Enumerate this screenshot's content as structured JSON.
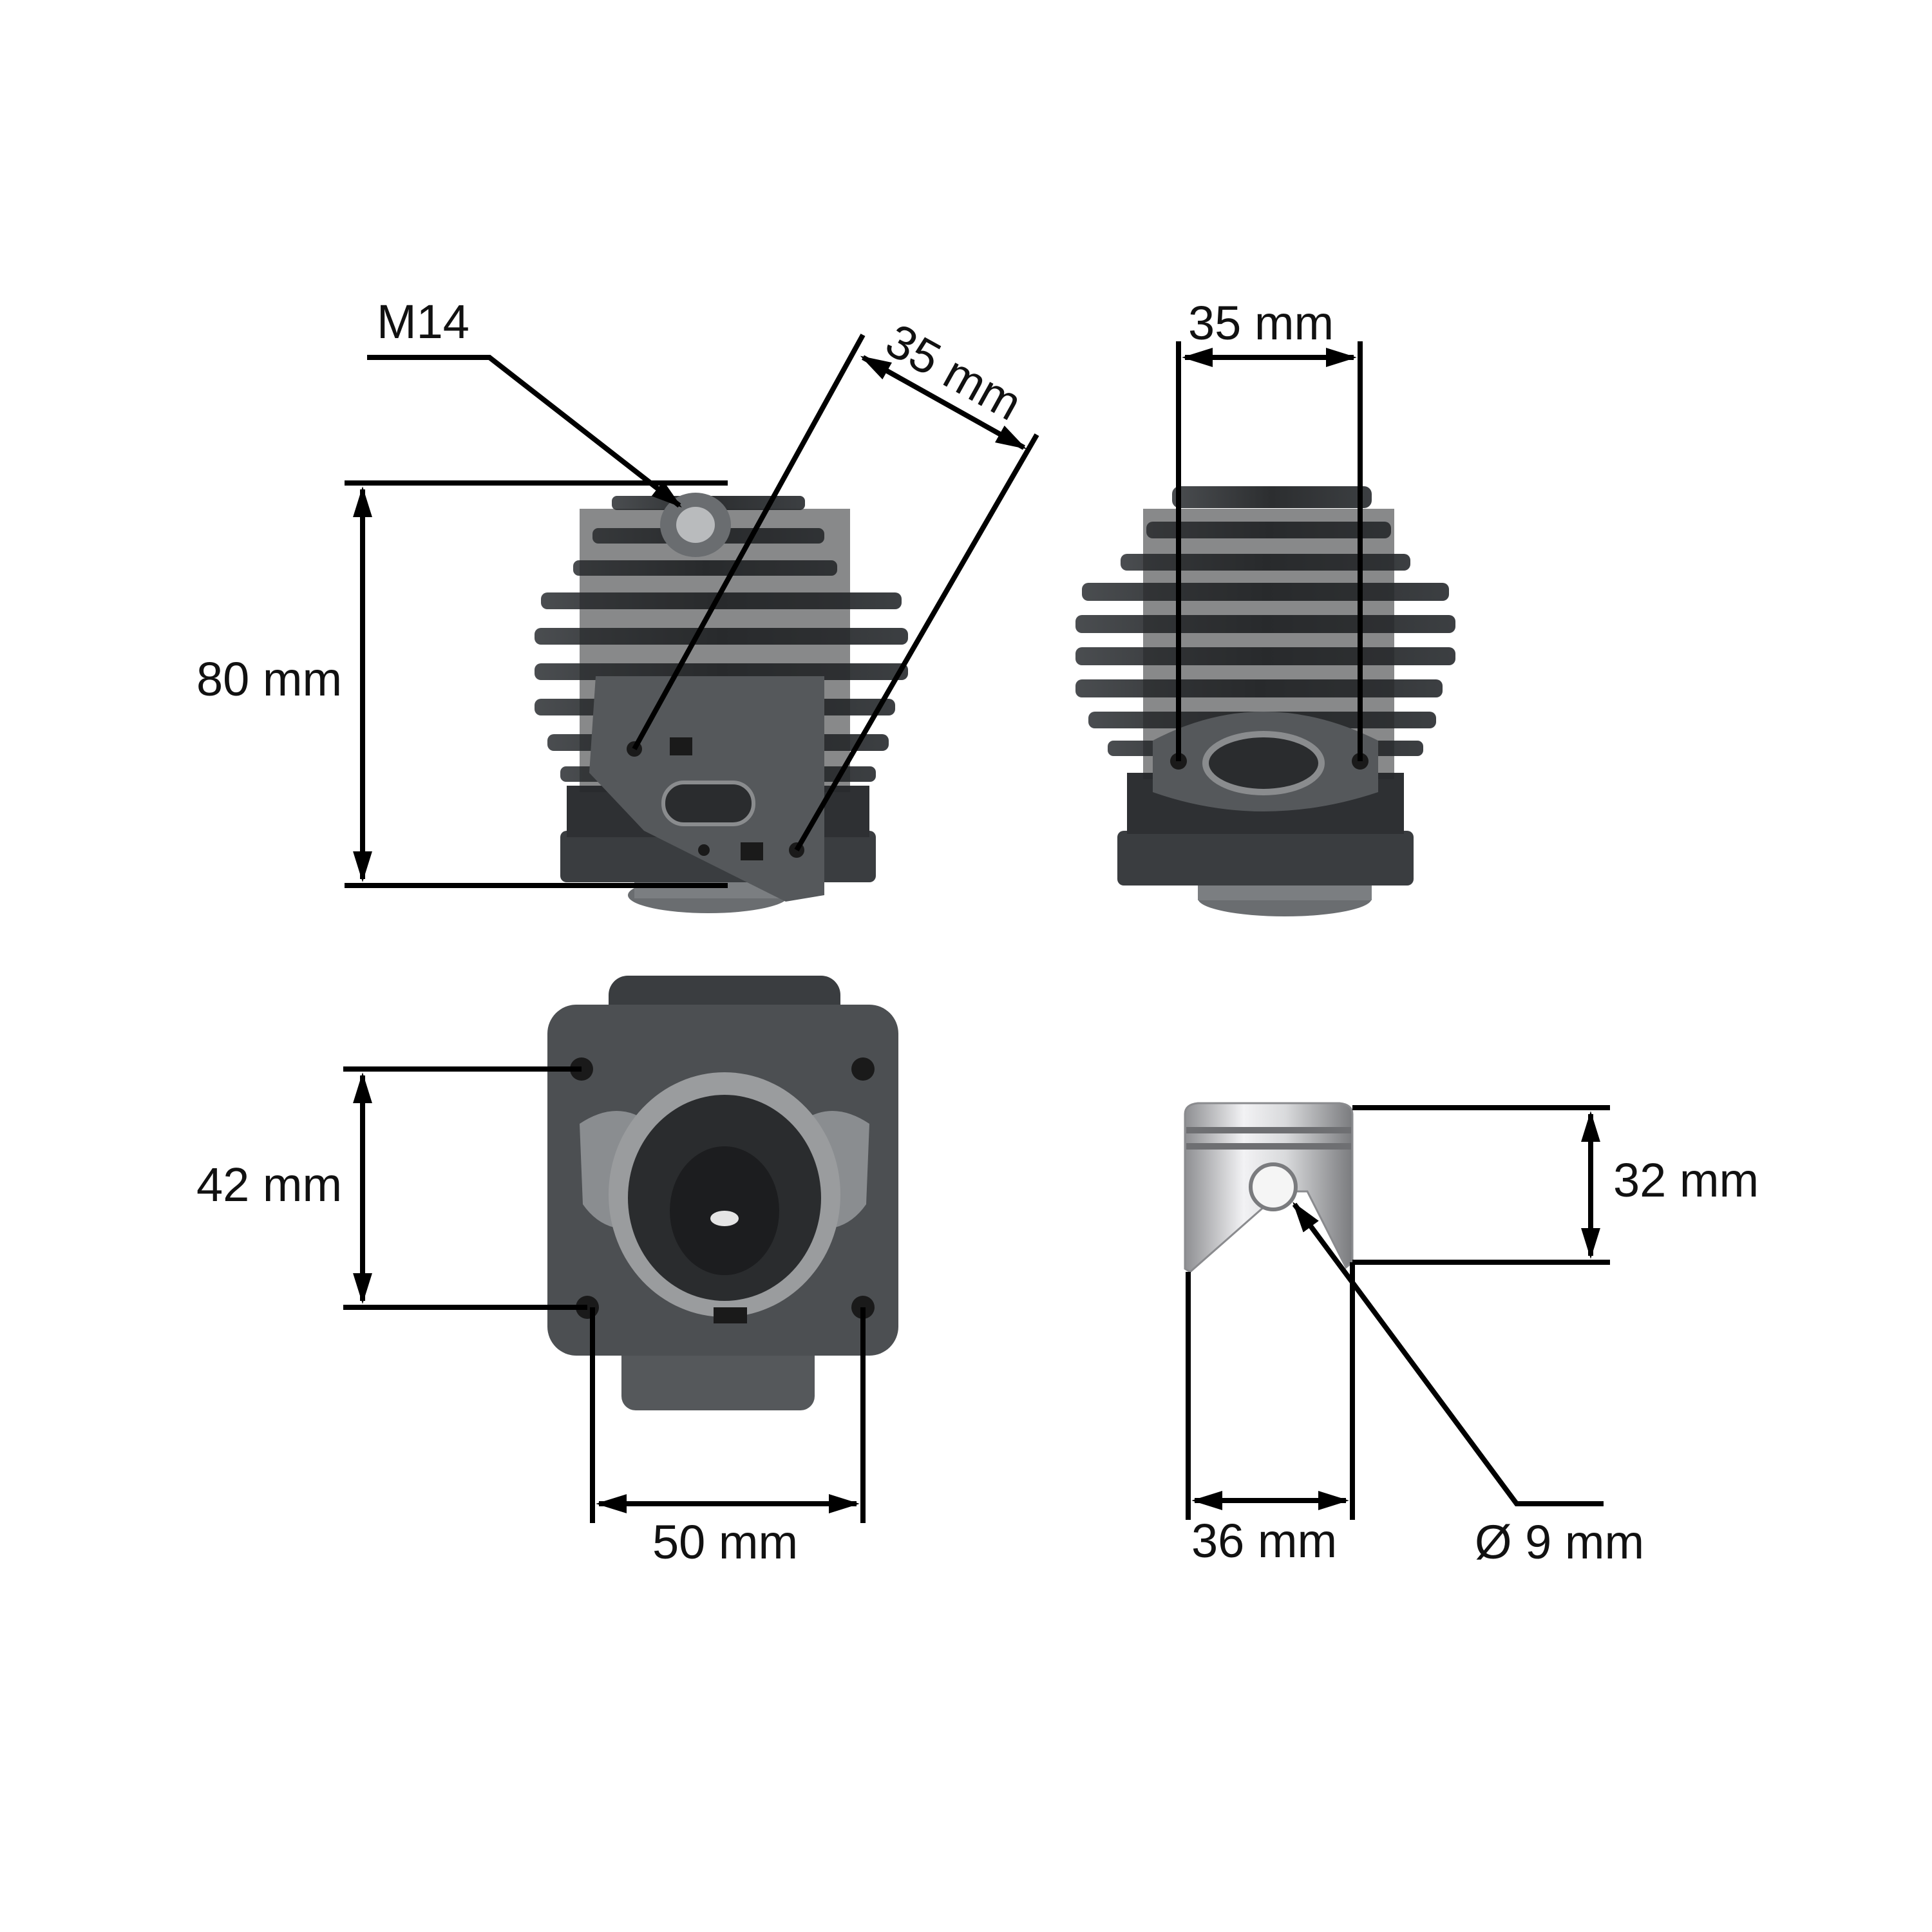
{
  "labels": {
    "thread": "M14",
    "height": "80 mm",
    "exhaust_angled": "35 mm",
    "intake_width": "35 mm",
    "base_bolt_spacing_vertical": "42 mm",
    "base_bolt_spacing_horizontal": "50 mm",
    "piston_height": "32 mm",
    "piston_diameter": "36 mm",
    "pin_diameter": "Ø 9 mm"
  },
  "colors": {
    "background": "#ffffff",
    "dimension_line": "#000000",
    "cylinder_dark": "#2b2d2f",
    "cylinder_mid": "#46494c",
    "cylinder_light": "#6a6d70",
    "piston_light": "#e8e8ea",
    "piston_mid": "#9a9b9e"
  },
  "icons": [
    "cylinder-side-view",
    "cylinder-front-view",
    "cylinder-base-view",
    "piston-view"
  ]
}
